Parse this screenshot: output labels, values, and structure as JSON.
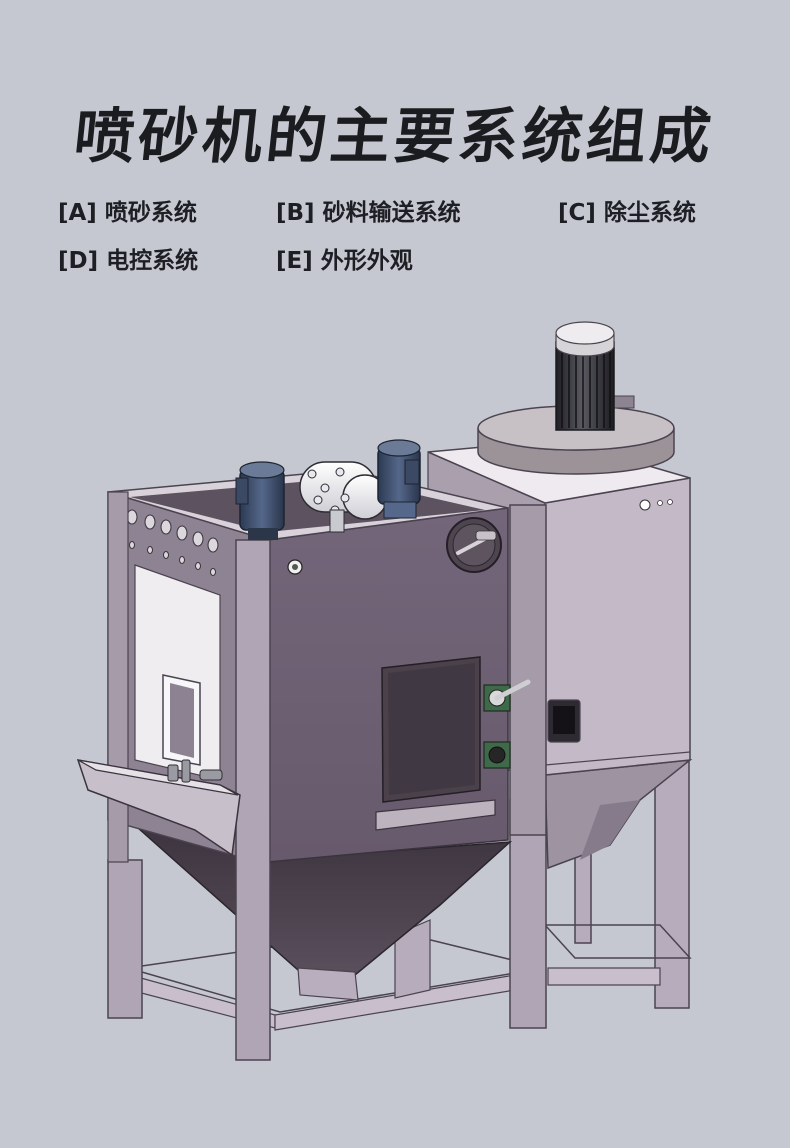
{
  "title": "喷砂机的主要系统组成",
  "systems_rows": [
    [
      {
        "letter": "[A]",
        "name": "喷砂系统"
      },
      {
        "letter": "[B]",
        "name": "砂料输送系统"
      },
      {
        "letter": "[C]",
        "name": "除尘系统"
      }
    ],
    [
      {
        "letter": "[D]",
        "name": "电控系统"
      },
      {
        "letter": "[E]",
        "name": "外形外观"
      }
    ]
  ],
  "colors": {
    "background": "#c5c8d1",
    "title_text": "#1b1c20",
    "cabinet_front": "#6e6070",
    "cabinet_side": "#b8adbc",
    "frame": "#8d8290",
    "collector_body": "#c3b8c6",
    "motor_blue": "#3d4c66"
  }
}
